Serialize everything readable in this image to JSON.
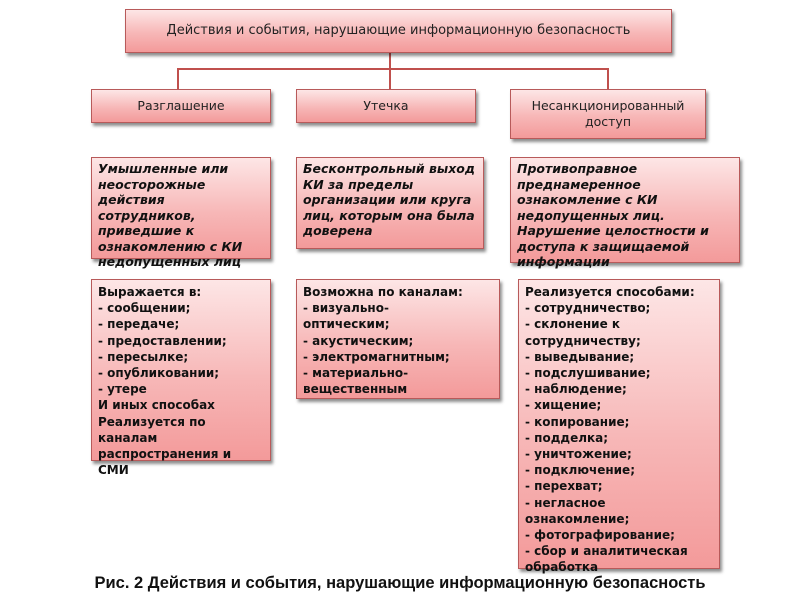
{
  "top": {
    "title": "Действия и события, нарушающие информационную безопасность"
  },
  "headers": [
    {
      "label": "Разглашение"
    },
    {
      "label": "Утечка"
    },
    {
      "label": "Несанкционированный доступ"
    }
  ],
  "descriptions": [
    {
      "text": "Умышленные или неосторожные действия сотрудников, приведшие к ознакомлению с КИ недопущенных лиц"
    },
    {
      "text": "Бесконтрольный выход КИ за пределы организации или круга лиц, которым она была доверена"
    },
    {
      "text": "Противоправное преднамеренное ознакомление с КИ недопущенных лиц. Нарушение целостности и доступа к защищаемой информации"
    }
  ],
  "details": [
    {
      "lines": [
        "Выражается в:",
        "- сообщении;",
        "- передаче;",
        "- предоставлении;",
        "- пересылке;",
        "- опубликовании;",
        "- утере",
        "И иных способах",
        "Реализуется по",
        "каналам",
        "распространения и",
        "СМИ"
      ]
    },
    {
      "lines": [
        "Возможна по каналам:",
        "- визуально-",
        "оптическим;",
        "- акустическим;",
        "- электромагнитным;",
        "- материально-",
        "вещественным"
      ]
    },
    {
      "lines": [
        "Реализуется способами:",
        "- сотрудничество;",
        "- склонение к",
        "сотрудничеству;",
        "- выведывание;",
        "- подслушивание;",
        "- наблюдение;",
        "- хищение;",
        "- копирование;",
        "- подделка;",
        "- уничтожение;",
        "- подключение;",
        "- перехват;",
        "- негласное",
        "ознакомление;",
        "- фотографирование;",
        "- сбор и аналитическая",
        "обработка"
      ]
    }
  ],
  "caption": "Рис. 2 Действия и события, нарушающие информационную безопасность"
}
